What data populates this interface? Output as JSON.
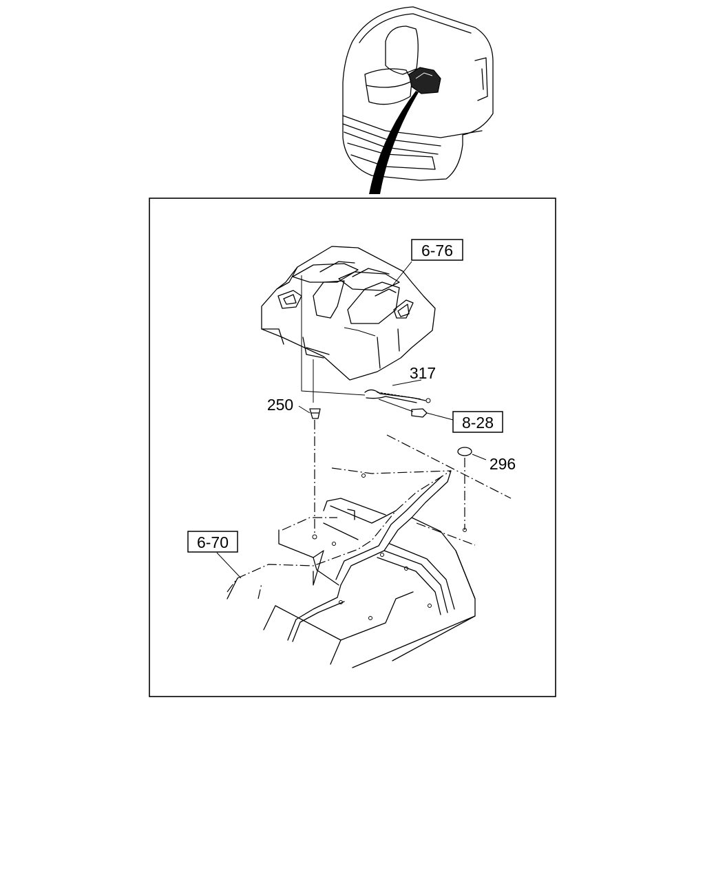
{
  "callouts": {
    "ref_6_76": "6-76",
    "ref_8_28": "8-28",
    "ref_6_70": "6-70",
    "part_317": "317",
    "part_250": "250",
    "part_296": "296"
  }
}
